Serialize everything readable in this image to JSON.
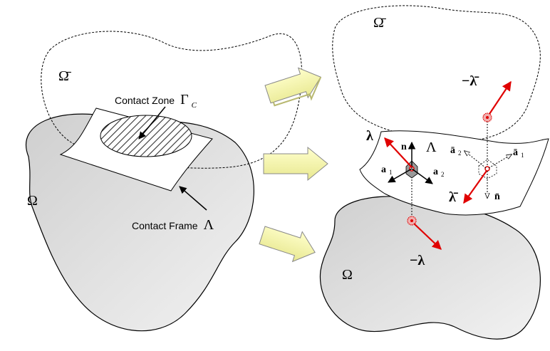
{
  "left": {
    "top_body_label": "Ω̄",
    "bottom_body_label": "Ω",
    "contact_zone_label": "Contact Zone",
    "contact_zone_symbol": "Γ",
    "contact_zone_subscript": "C",
    "contact_frame_label": "Contact Frame",
    "contact_frame_symbol": "Λ"
  },
  "right": {
    "top_body_label": "Ω̄",
    "bottom_body_label": "Ω",
    "frame_label": "Λ",
    "lambda": "λ",
    "neg_lambda": "−λ",
    "lambda_bar": "λ̄",
    "neg_lambda_bar": "−λ̄",
    "n": "n",
    "n_bar": "n̄",
    "a": "a",
    "a_bar": "ā",
    "sub1": "1",
    "sub2": "2"
  },
  "colors": {
    "body_fill": "#d9d9d9",
    "arrow_fill": "#ffff99",
    "force_red": "#e00000"
  }
}
